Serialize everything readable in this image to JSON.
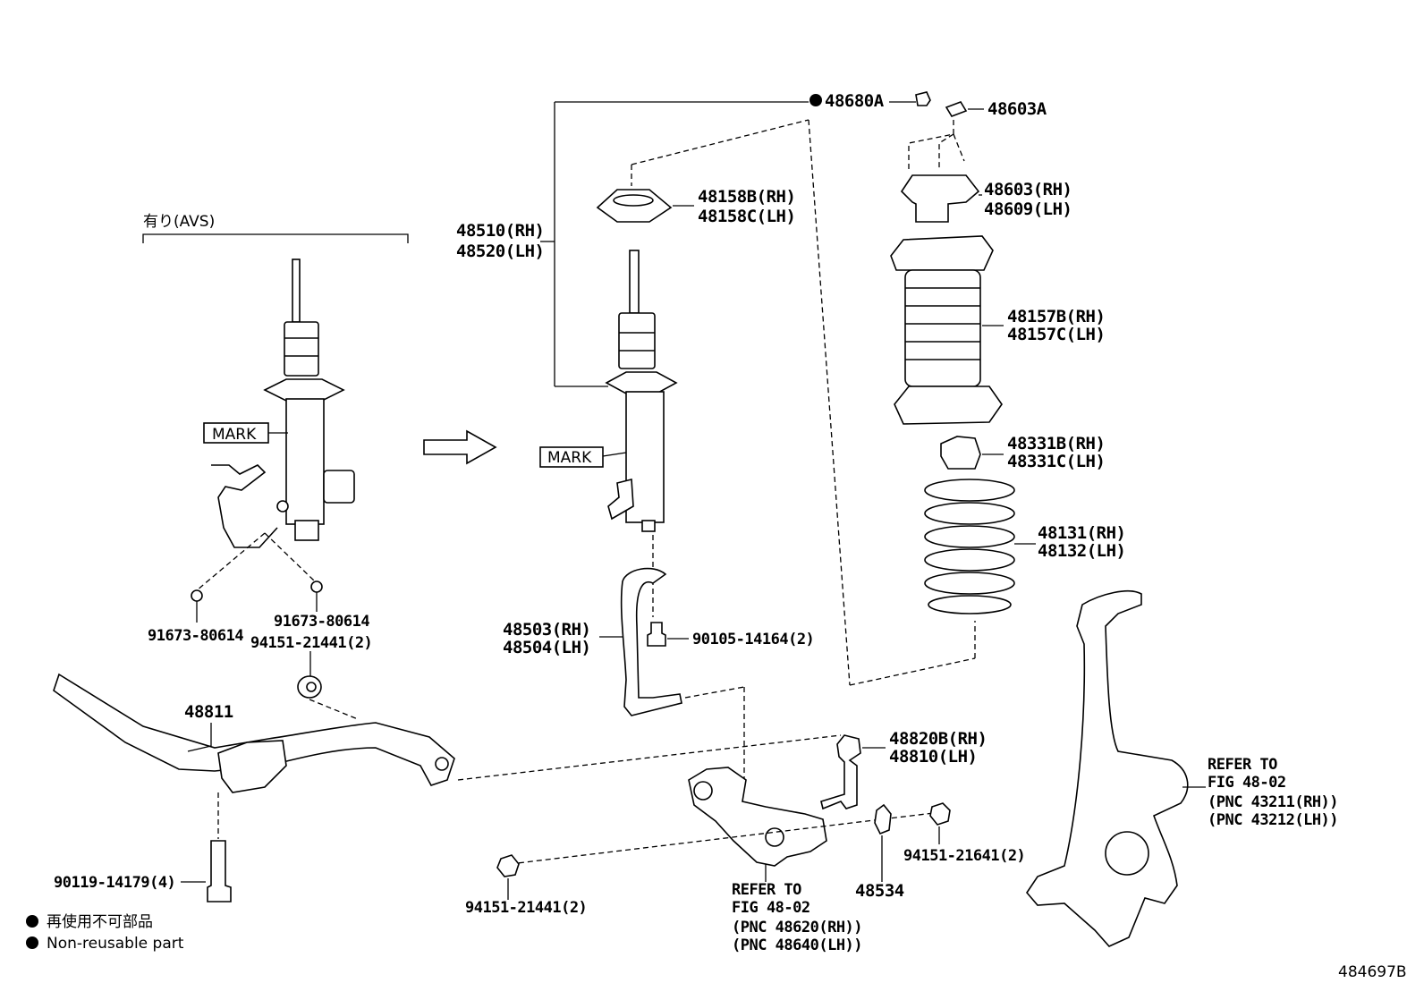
{
  "header": {
    "avs_label": "有り(AVS)",
    "mark_left": "MARK",
    "mark_center": "MARK"
  },
  "parts": {
    "p48680A": "48680A",
    "p48603A": "48603A",
    "p48158B": "48158B(RH)",
    "p48158C": "48158C(LH)",
    "p48510": "48510(RH)",
    "p48520": "48520(LH)",
    "p48603": "48603(RH)",
    "p48609": "48609(LH)",
    "p48157B": "48157B(RH)",
    "p48157C": "48157C(LH)",
    "p48331B": "48331B(RH)",
    "p48331C": "48331C(LH)",
    "p48131": "48131(RH)",
    "p48132": "48132(LH)",
    "p48503": "48503(RH)",
    "p48504": "48504(LH)",
    "p90105": "90105-14164(2)",
    "p91673a": "91673-80614",
    "p91673b": "91673-80614",
    "p94151a": "94151-21441(2)",
    "p48811": "48811",
    "p48820B": "48820B(RH)",
    "p48810": "48810(LH)",
    "p94151b": "94151-21641(2)",
    "p48534": "48534",
    "p94151c": "94151-21441(2)",
    "p90119": "90119-14179(4)"
  },
  "refs": {
    "knuckle": [
      "REFER TO",
      "FIG 48-02",
      "(PNC 43211(RH))",
      "(PNC 43212(LH))"
    ],
    "lower_arm": [
      "REFER TO",
      "FIG 48-02",
      "(PNC 48620(RH))",
      "(PNC 48640(LH))"
    ]
  },
  "legend": {
    "jp": "再使用不可部品",
    "en": "Non-reusable part"
  },
  "diagram_id": "484697B"
}
